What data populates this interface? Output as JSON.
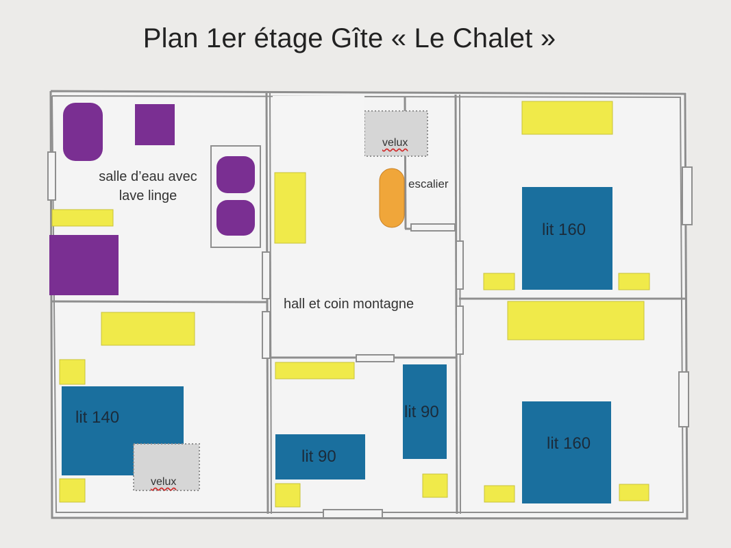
{
  "title": "Plan  1er étage Gîte « Le Chalet »",
  "rooms": {
    "bathroom_line1": "salle d’eau avec",
    "bathroom_line2": "lave linge",
    "hall": "hall et coin montagne",
    "stairs": "escalier"
  },
  "beds": {
    "top_right": "lit 160",
    "bottom_right": "lit 160",
    "bottom_left": "lit 140",
    "middle_single_a": "lit 90",
    "middle_single_b": "lit 90"
  },
  "skylights": {
    "top": "velux",
    "bottom": "velux"
  },
  "colors": {
    "background": "#ecebe9",
    "floor": "#f4f4f4",
    "wall": "#8e8e8e",
    "bed": "#1a6f9e",
    "furniture": "#f0ea4a",
    "bathroom_fixture": "#7a2f92",
    "stair_fixture": "#f0a63a",
    "skylight": "#d6d6d6"
  }
}
